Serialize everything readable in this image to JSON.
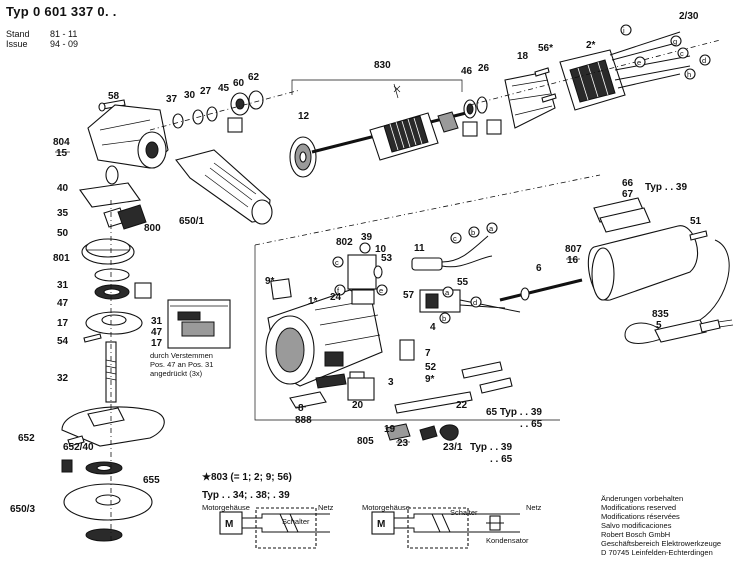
{
  "header": {
    "typ_prefix": "Typ",
    "typ_number": "0 601 337 0. .",
    "stand_label": "Stand",
    "stand_value": "81 - 11",
    "issue_label": "Issue",
    "issue_value": "94 - 09"
  },
  "parts": {
    "p2_30": "2/30",
    "p2s": "2*",
    "p56s": "56*",
    "p18": "18",
    "p830": "830",
    "p46": "46",
    "p26": "26",
    "p12": "12",
    "p58": "58",
    "p37": "37",
    "p30": "30",
    "p27": "27",
    "p45": "45",
    "p60": "60",
    "p62": "62",
    "p804": "804",
    "p15": "15",
    "p40": "40",
    "p35": "35",
    "p50": "50",
    "p800": "800",
    "p650_1": "650/1",
    "p801": "801",
    "p31": "31",
    "p47": "47",
    "p17": "17",
    "p54": "54",
    "p32": "32",
    "p31b": "31",
    "p47b": "47",
    "p17b": "17",
    "p652": "652",
    "p652_40": "652/40",
    "p655": "655",
    "p650_3": "650/3",
    "p802": "802",
    "p39": "39",
    "p10": "10",
    "p53": "53",
    "p11": "11",
    "p9s": "9*",
    "p24": "24",
    "p57": "57",
    "p55": "55",
    "p4": "4",
    "p6": "6",
    "p7": "7",
    "p52": "52",
    "p9s_b": "9*",
    "p20": "20",
    "p8": "8",
    "p888": "888",
    "p22": "22",
    "p65": "65",
    "p19": "19",
    "p805": "805",
    "p23": "23",
    "p23_1": "23/1",
    "p66": "66",
    "p67": "67",
    "p51": "51",
    "p807": "807",
    "p16": "16",
    "p835": "835",
    "p5": "5",
    "p1s": "1*",
    "p3": "3"
  },
  "circle_letters": [
    "i",
    "g",
    "c",
    "e",
    "h",
    "d",
    "b",
    "a",
    "c",
    "d",
    "a",
    "b",
    "c",
    "f",
    "e"
  ],
  "notes": {
    "verstemmen_1": "durch Verstemmen",
    "verstemmen_2": "Pos. 47 an Pos. 31",
    "verstemmen_3": "angedrückt (3x)",
    "typ_39_top": "Typ . . 39",
    "typ_65_mid": "65 Typ . . 39",
    "typ_65_mid2": ". . 65",
    "typ_23_1": "Typ . . 39",
    "typ_23_1b": ". . 65",
    "star_803": "★803 (= 1; 2; 9; 56)",
    "schema_typ": "Typ . . 34; . 38; . 39",
    "motorgehaeuse_1": "Motorgehäuse",
    "netz_1": "Netz",
    "schalter_1": "Schalter",
    "motorgehaeuse_2": "Motorgehäuse",
    "netz_2": "Netz",
    "schalter_2": "Schalter",
    "kondensator": "Kondensator",
    "m": "M"
  },
  "footer": {
    "line1": "Änderungen vorbehalten",
    "line2": "Modifications reserved",
    "line3": "Modifications réservées",
    "line4": "Salvo modificaciones",
    "line5": "Robert Bosch GmbH",
    "line6": "Geschäftsbereich Elektrowerkzeuge",
    "line7": "D 70745 Leinfelden-Echterdingen"
  }
}
